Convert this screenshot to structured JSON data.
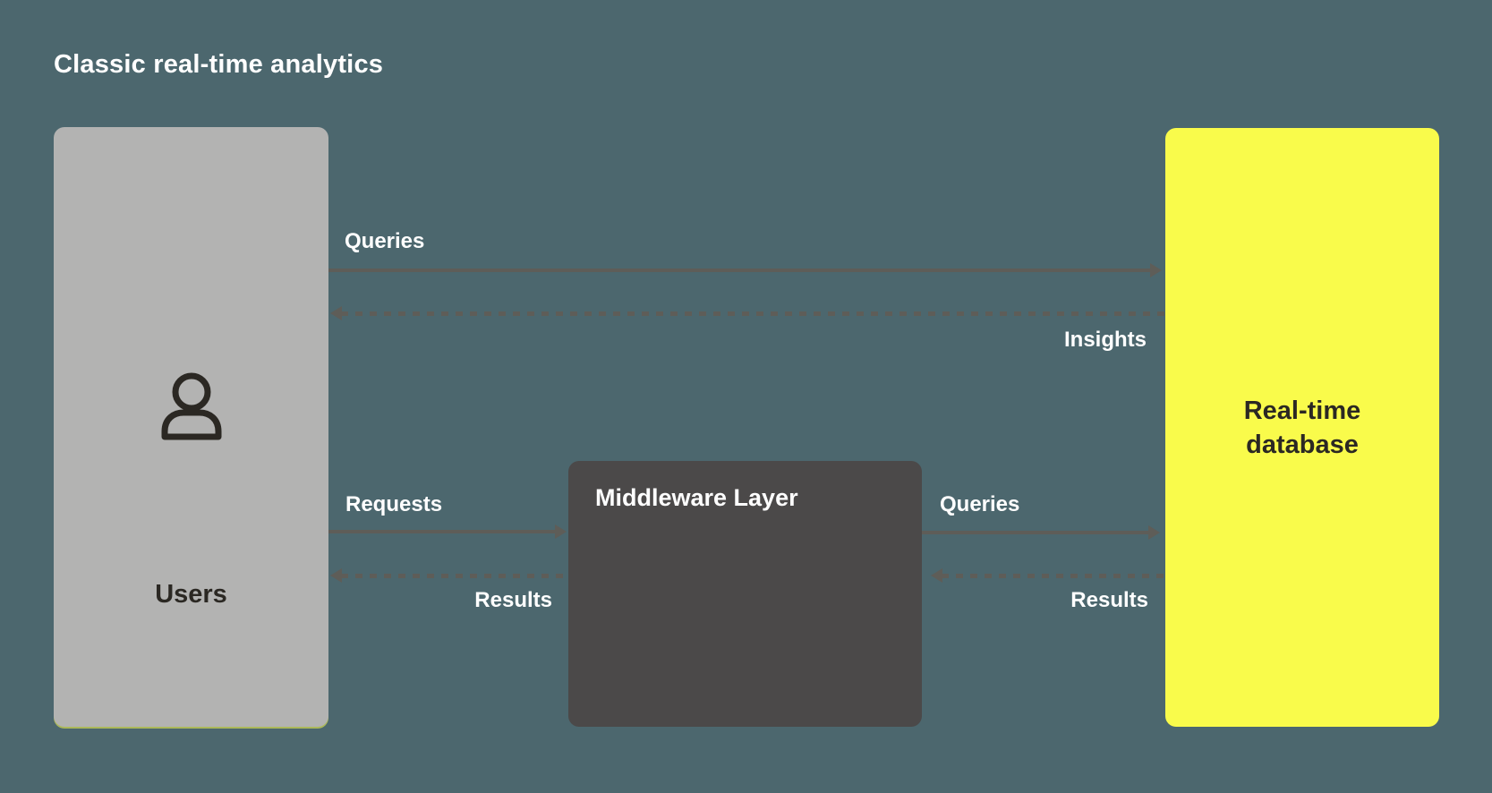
{
  "title": "Classic real-time analytics",
  "nodes": {
    "users": {
      "label": "Users",
      "icon": "user-icon",
      "color": "#b3b3b2"
    },
    "middleware": {
      "label": "Middleware Layer",
      "color": "#4b4949"
    },
    "database": {
      "label": "Real-time database",
      "color": "#f9fb4b"
    }
  },
  "edges": [
    {
      "label": "Queries",
      "from": "users",
      "to": "database",
      "style": "solid"
    },
    {
      "label": "Insights",
      "from": "database",
      "to": "users",
      "style": "dashed"
    },
    {
      "label": "Requests",
      "from": "users",
      "to": "middleware",
      "style": "solid"
    },
    {
      "label": "Results",
      "from": "middleware",
      "to": "users",
      "style": "dashed"
    },
    {
      "label": "Queries",
      "from": "middleware",
      "to": "database",
      "style": "solid"
    },
    {
      "label": "Results",
      "from": "database",
      "to": "middleware",
      "style": "dashed"
    }
  ],
  "colors": {
    "bg": "#4c676e",
    "node-gray": "#b3b3b2",
    "node-dark": "#4b4949",
    "node-yellow": "#f9fb4b",
    "arrow": "#5e5d58",
    "label": "#ffffff",
    "dark-text": "#2b2823"
  }
}
